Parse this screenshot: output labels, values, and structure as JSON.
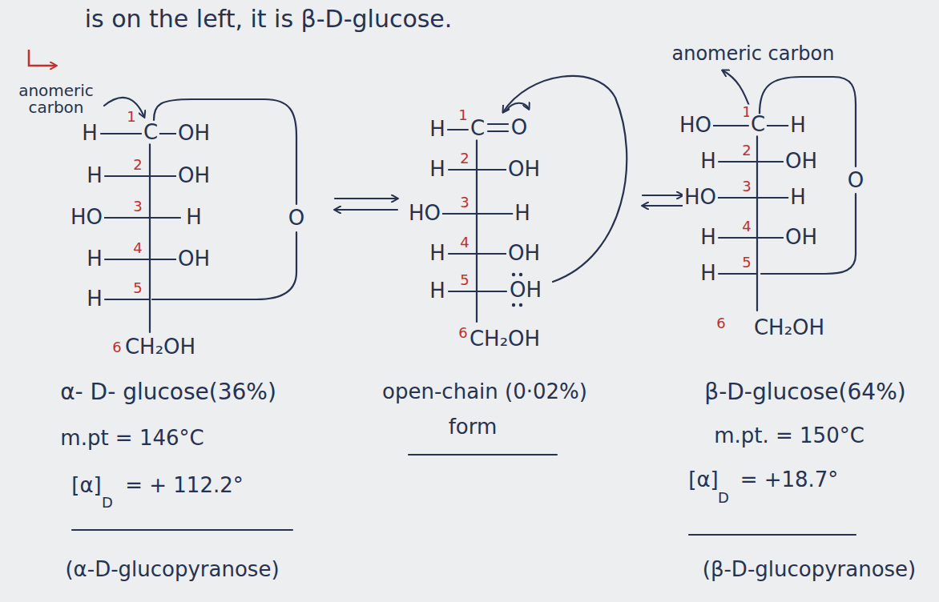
{
  "diagram": {
    "labels": [
      "is on the left, it is β-D-glucose.",
      "anomeric carbon",
      "anomeric carbon",
      "H",
      "1",
      "C",
      "OH",
      "H",
      "2",
      "OH",
      "HO",
      "3",
      "H",
      "H",
      "4",
      "OH",
      "H",
      "5",
      "6",
      "CH₂OH",
      "O",
      "H",
      "1",
      "C",
      "O",
      "H",
      "2",
      "OH",
      "HO",
      "3",
      "H",
      "H",
      "4",
      "OH",
      "H",
      "5",
      "OH",
      "6",
      "CH₂OH",
      "HO",
      "1",
      "C",
      "H",
      "H",
      "2",
      "OH",
      "HO",
      "3",
      "H",
      "H",
      "4",
      "OH",
      "H",
      "5",
      "6",
      "CH₂OH",
      "O",
      "α- D- glucose(36%)",
      "open-chain (0·02%)",
      "form",
      "m.pt = 146°C",
      "[α]",
      "D",
      "= + 112.2°",
      "(α-D-glucopyranose)",
      "β-D-glucose(64%)",
      "m.pt. = 150°C",
      "[α]",
      "D",
      "= +18.7°",
      "(β-D-glucopyranose)"
    ]
  }
}
